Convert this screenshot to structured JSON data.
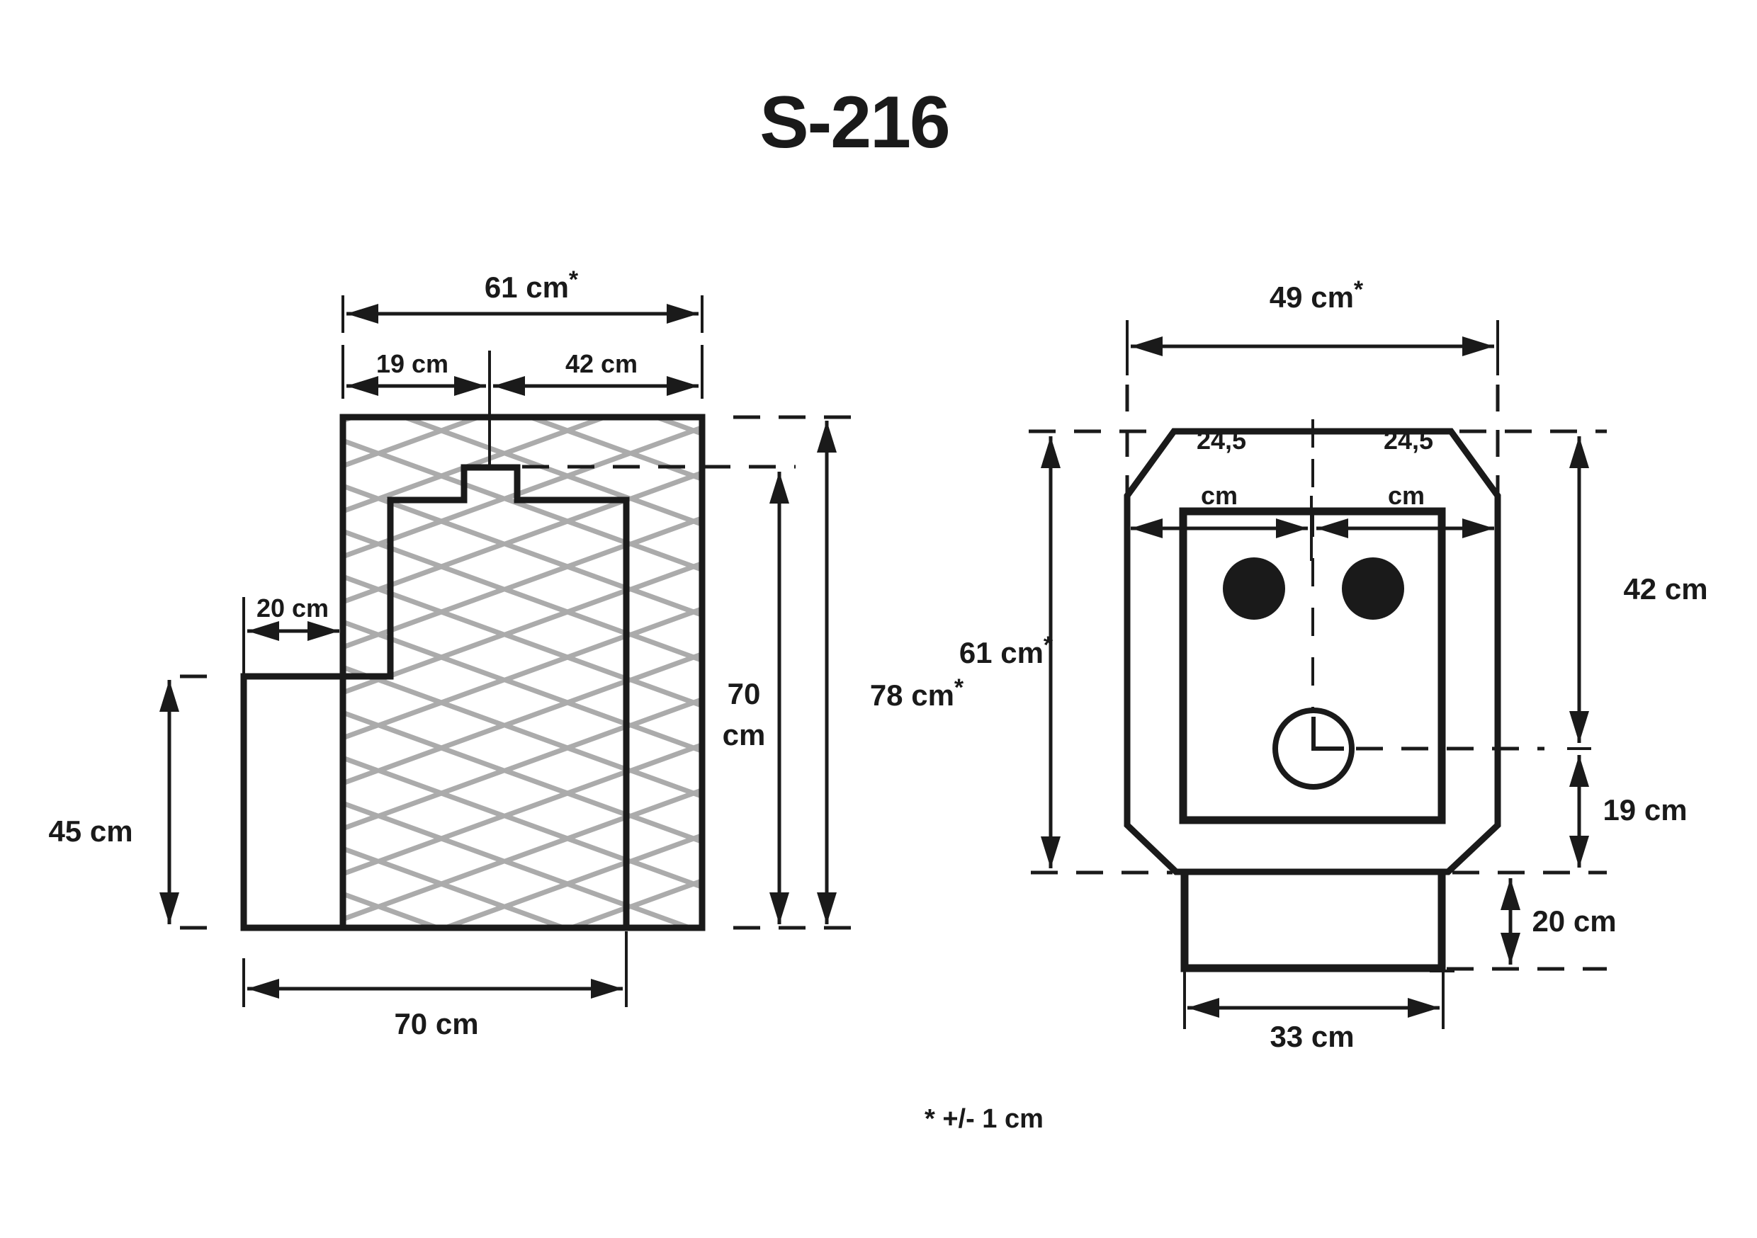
{
  "title": "S-216",
  "footnote": "* +/- 1 cm",
  "star": "*",
  "colors": {
    "line": "#1a1a1a",
    "hatch": "#ababab",
    "background": "#ffffff"
  },
  "side_view": {
    "name": "side section view",
    "width_total": "61 cm",
    "width_left_segment": "19 cm",
    "width_right_segment": "42 cm",
    "step_depth": "20 cm",
    "step_height": "45 cm",
    "depth_bottom": "70 cm",
    "inner_height_line1": "70",
    "inner_height_line2": "cm",
    "total_height": "78 cm"
  },
  "front_view": {
    "name": "front view",
    "width_total": "49 cm",
    "width_half_left_line1": "24,5",
    "width_half_left_line2": "cm",
    "width_half_right_line1": "24,5",
    "width_half_right_line2": "cm",
    "height_total": "61 cm",
    "height_upper": "42 cm",
    "height_mid": "19 cm",
    "base_height": "20 cm",
    "base_width": "33 cm"
  }
}
